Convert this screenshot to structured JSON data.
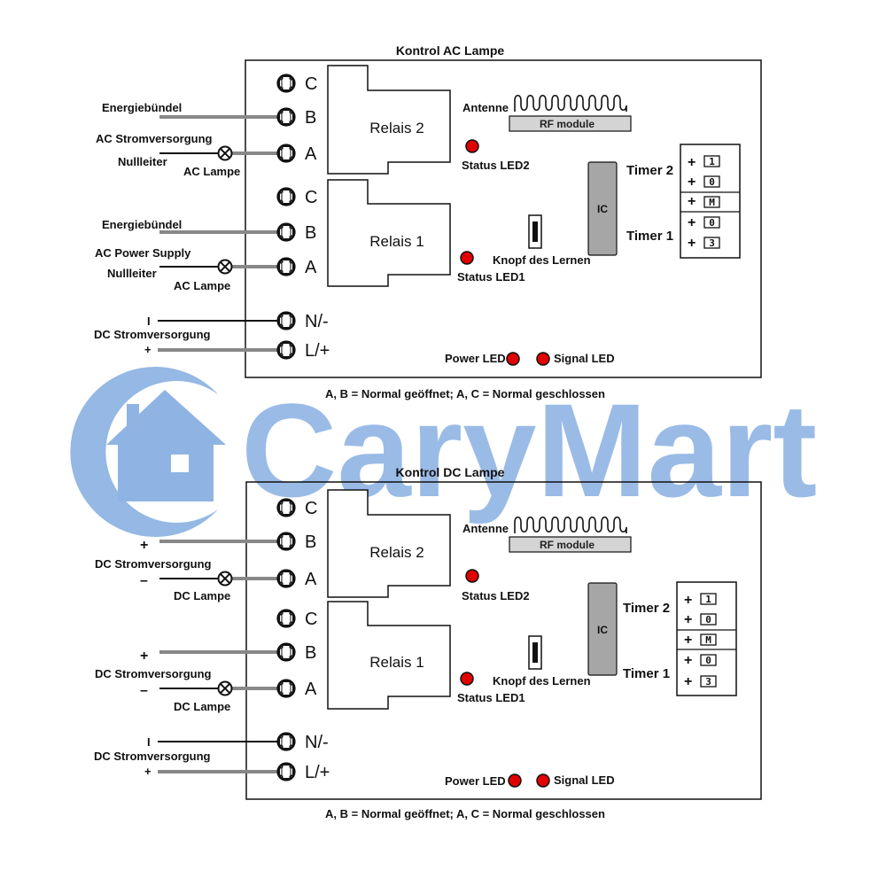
{
  "colors": {
    "led": "#e00000",
    "wire_gray": "#888888",
    "watermark": "#8fb4e3",
    "ic_fill": "#a6a6a6",
    "rf_fill": "#d4d4d4"
  },
  "watermark": {
    "text": "CaryMart",
    "icon": "house-logo-icon"
  },
  "ac": {
    "title": "Kontrol AC Lampe",
    "caption": "A, B = Normal geöffnet; A, C = Normal geschlossen",
    "relay2": {
      "label": "Relais 2",
      "terminals": [
        "C",
        "B",
        "A"
      ]
    },
    "relay1": {
      "label": "Relais 1",
      "terminals": [
        "C",
        "B",
        "A"
      ]
    },
    "power_terminals": [
      "N/-",
      "L/+"
    ],
    "left_labels": {
      "r2_b": "Energiebündel",
      "r2_supply": "AC Stromversorgung",
      "r2_neutral": "Nullleiter",
      "r2_lamp": "AC Lampe",
      "r1_b": "Energiebündel",
      "r1_supply": "AC Power Supply",
      "r1_neutral": "Nullleiter",
      "r1_lamp": "AC Lampe",
      "dc_minus": "I",
      "dc_supply": "DC Stromversorgung",
      "dc_plus": "+"
    },
    "antenna": "Antenne",
    "rf_module": "RF module",
    "status_led2": "Status LED2",
    "status_led1": "Status LED1",
    "learn_button": "Knopf des Lernen",
    "ic": "IC",
    "timer2": "Timer 2",
    "timer1": "Timer 1",
    "dip_plus": [
      "+",
      "+",
      "+",
      "+",
      "+"
    ],
    "dip_codes": [
      "1",
      "0",
      "M",
      "0",
      "3"
    ],
    "power_led": "Power LED",
    "signal_led": "Signal LED"
  },
  "dc": {
    "title": "Kontrol DC Lampe",
    "caption": "A, B = Normal geöffnet; A, C = Normal geschlossen",
    "relay2": {
      "label": "Relais 2",
      "terminals": [
        "C",
        "B",
        "A"
      ]
    },
    "relay1": {
      "label": "Relais 1",
      "terminals": [
        "C",
        "B",
        "A"
      ]
    },
    "power_terminals": [
      "N/-",
      "L/+"
    ],
    "left_labels": {
      "r2_plus": "+",
      "r2_supply": "DC Stromversorgung",
      "r2_minus": "–",
      "r2_lamp": "DC Lampe",
      "r1_plus": "+",
      "r1_supply": "DC Stromversorgung",
      "r1_minus": "–",
      "r1_lamp": "DC Lampe",
      "dc_minus": "I",
      "dc_supply": "DC Stromversorgung",
      "dc_plus": "+"
    },
    "antenna": "Antenne",
    "rf_module": "RF module",
    "status_led2": "Status LED2",
    "status_led1": "Status LED1",
    "learn_button": "Knopf des Lernen",
    "ic": "IC",
    "timer2": "Timer 2",
    "timer1": "Timer 1",
    "dip_plus": [
      "+",
      "+",
      "+",
      "+",
      "+"
    ],
    "dip_codes": [
      "1",
      "0",
      "M",
      "0",
      "3"
    ],
    "power_led": "Power LED",
    "signal_led": "Signal LED"
  }
}
